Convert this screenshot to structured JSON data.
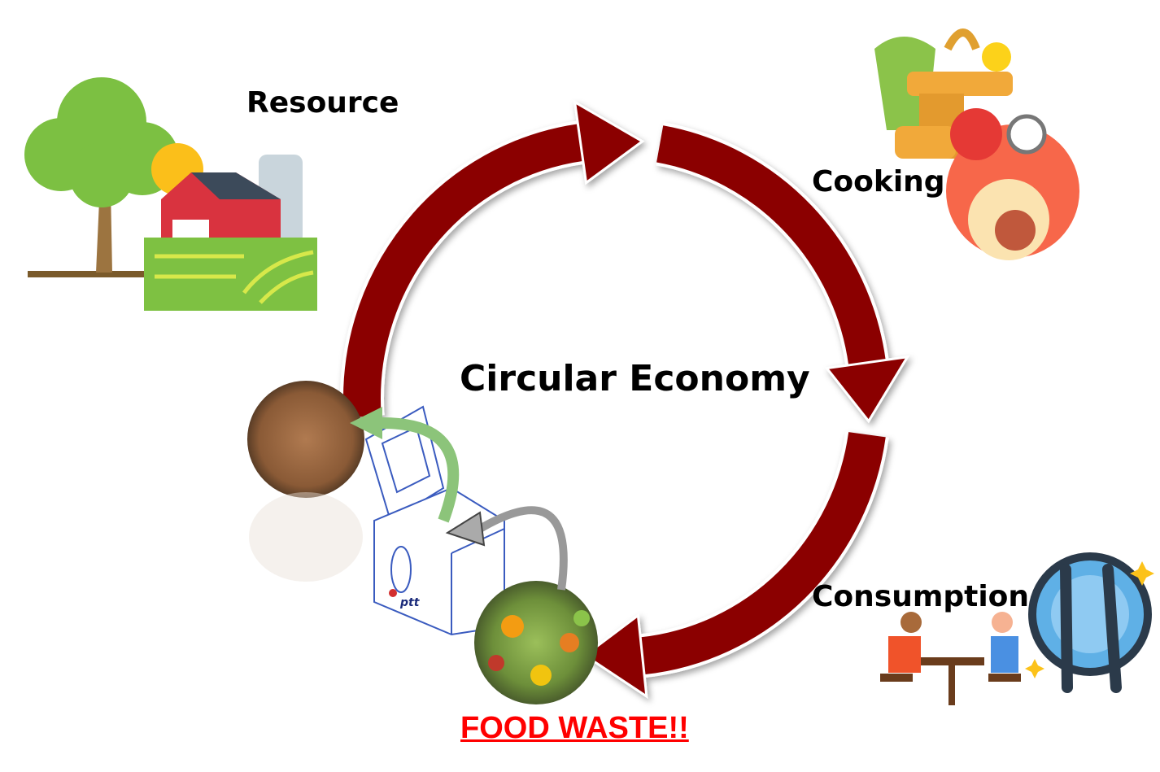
{
  "title": "Circular Economy",
  "stages": {
    "resource": "Resource",
    "cooking": "Cooking",
    "consumption": "Consumption",
    "food_waste": "FOOD WASTE!!"
  },
  "machine_brand": "ptt",
  "colors": {
    "cycle_arrow": "#8b0000",
    "waste_label": "#ff0000",
    "compost_arrow": "#8cc47a",
    "feed_arrow": "#aaaaaa"
  }
}
